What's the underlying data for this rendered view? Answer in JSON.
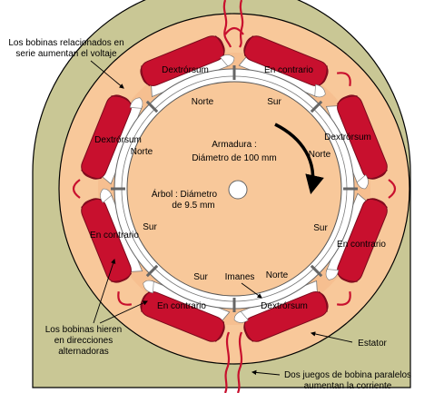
{
  "colors": {
    "housing": "#c9c795",
    "stator": "#f8c89a",
    "coil": "#c8102e",
    "coil_dark": "#7a0a1c",
    "ring": "#ffffff",
    "ring_stroke": "#777777",
    "armature": "#f8c89a",
    "outline": "#000000"
  },
  "callouts": {
    "series_coils": [
      "Los bobinas relacionados en",
      "serie aumentan el voltaje"
    ],
    "alternating_coils": [
      "Los bobinas hieren",
      "en direcciones",
      "alternadoras"
    ],
    "stator": "Estator",
    "parallel_sets": [
      "Dos juegos de bobina paralelos",
      "aumentan la corriente"
    ]
  },
  "coil_labels": [
    {
      "text": "Dextrórsum"
    },
    {
      "text": "En contrario"
    },
    {
      "text": "Dextrórsum"
    },
    {
      "text": "En contrario"
    },
    {
      "text": "Dextrórsum"
    },
    {
      "text": "En contrario"
    },
    {
      "text": "Dextrórsum"
    },
    {
      "text": "En contrario"
    }
  ],
  "pole_labels": [
    {
      "text": "Norte"
    },
    {
      "text": "Sur"
    },
    {
      "text": "Norte"
    },
    {
      "text": "Sur"
    },
    {
      "text": "Norte"
    },
    {
      "text": "Sur"
    },
    {
      "text": "Norte"
    },
    {
      "text": "Sur"
    }
  ],
  "magnets_label": "Imanes",
  "armature_label": [
    "Armadura :",
    "Diámetro de 100 mm"
  ],
  "shaft_label": [
    "Árbol : Diámetro",
    "de 9.5 mm"
  ]
}
